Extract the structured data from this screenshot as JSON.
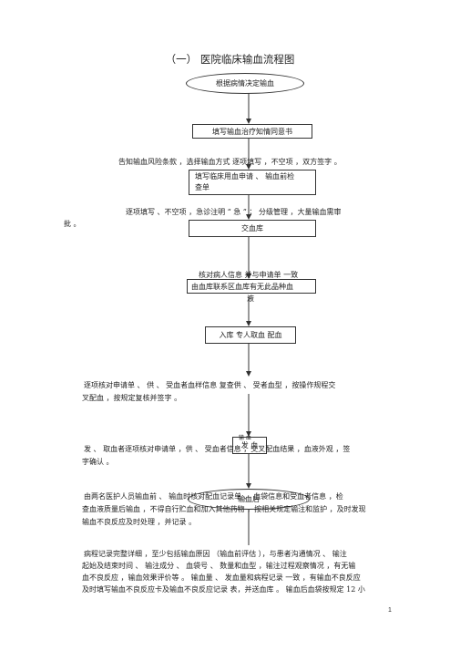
{
  "doc": {
    "title": "（一） 医院临床输血流程图",
    "page_number": "1"
  },
  "flow": {
    "start": "根据病情决定输血",
    "box1": "填写输血治疗知情同意书",
    "note1": "告知输血风险条款 ，选择输血方式 逐项填写 ，不空项 ，双方签字 。",
    "box2_line1": "填写临床用血申请 、 输血前检",
    "box2_line2": "查单",
    "note2_line1": "逐项填写 、不空项 ，急诊注明 “ 急 ” ； 分级管理 ，大量输血需审",
    "note2_line2": "批 。",
    "box3": "交血库",
    "note3_line1": "核对病人信息 并与申请单 一致",
    "note3_line2": "由血库联系区血库有无此品种血",
    "note3_line3": "液",
    "box4": "入库 专人取血 配血",
    "note4_line1": "逐项核对申请单 、 供 、 受血者血样信息 复查供 、 受者血型 ，按操作规程交",
    "note4_line2": "叉配血 ，按规定复核并签字 。",
    "box5": "发 血",
    "box5_small": "输 血",
    "note5_line1": "发 、 取血者逐项核对申请单 ，供 、 受血者信息 ，交叉配血结果 ，血液外观 ，签",
    "note5_line2": "字确认 。",
    "box6": "输血后",
    "note6_line1": "由两名医护人员输血前 、 输血时核对配血记录单 、 血袋信息和受血者信息 ，检",
    "note6_line2": "查血液质量后输血 ，不得自行贮血和加入其他药物 ，按相关规定输注和监护 ，及时发现",
    "note6_line3": "输血不良反应及时处理 ，并记录 。",
    "note7_line1": "病程记录完整详细 ，至少包括输血原因 （输血前评估 ），与患者沟通情况 、 输注",
    "note7_line2": "起始及结束时间 、 输注成分 、 血袋号 、 数量和血型 ，输注过程观察情况 ，有无输",
    "note7_line3": "血不良反应 ，输血效果评价等 。 输血量 、 发血量和病程记录 一致 ，有输血不良反应",
    "note7_line4": "及时填写输血不良反应卡及输血不良反应记录 表，并送血库 。 输血后血袋按规定 12 小"
  }
}
